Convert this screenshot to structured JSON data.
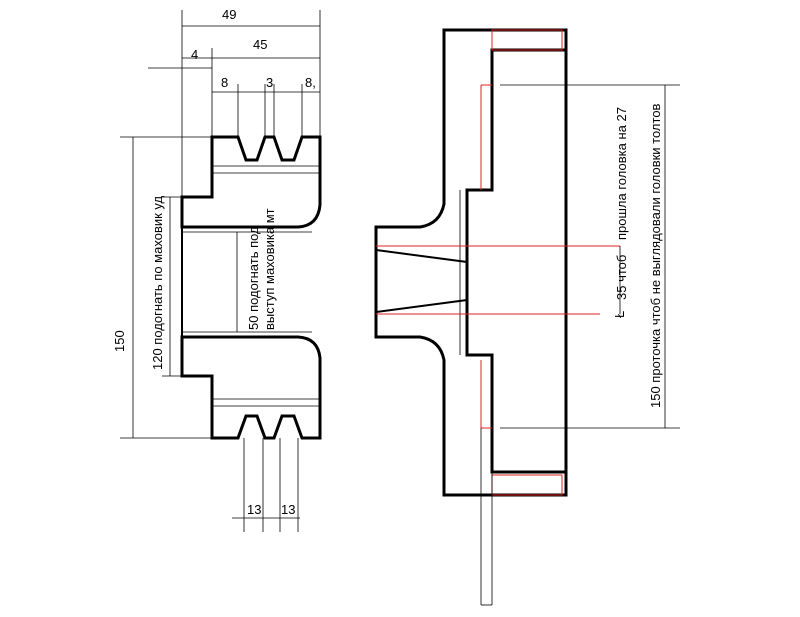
{
  "left_view": {
    "dims": {
      "overall_width": "49",
      "inner_width": "45",
      "offset": "4",
      "groove_a": "8",
      "groove_b": "3",
      "groove_c": "8,",
      "pitch_a": "13",
      "pitch_b": "13",
      "height": "150"
    },
    "notes": {
      "seat_120": "120 подогнать по маховик уд",
      "seat_50_line1": "50 подогнать под",
      "seat_50_line2": "выступ маховика мт"
    }
  },
  "right_view": {
    "notes": {
      "head_note": "прошла головка на 27",
      "bore_35": "35 чтоб",
      "mark": "Ł",
      "turning_150": "150  проточка чтоб не выглядовали головки  толтов"
    }
  },
  "colors": {
    "line": "#000000",
    "revision": "#e02020"
  }
}
